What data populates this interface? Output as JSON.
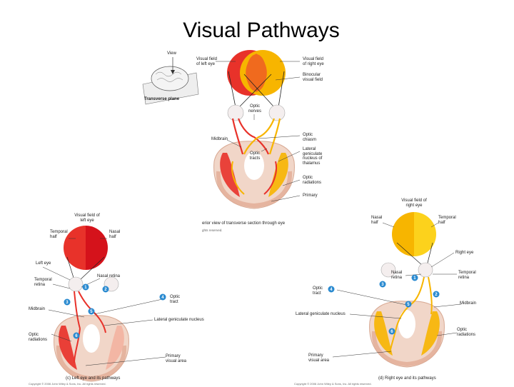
{
  "title": "Visual Pathways",
  "top": {
    "view": "View",
    "transverse_plane": "Transverse plane",
    "vf_left_1": "Visual field",
    "vf_left_2": "of left eye",
    "vf_right_1": "Visual field",
    "vf_right_2": "of right eye",
    "binocular_1": "Binocular",
    "binocular_2": "visual field",
    "optic_nerves_1": "Optic",
    "optic_nerves_2": "nerves",
    "midbrain": "Midbrain",
    "optic_chiasm_1": "Optic",
    "optic_chiasm_2": "chiasm",
    "optic_tracts_1": "Optic",
    "optic_tracts_2": "tracts",
    "lgn_1": "Lateral",
    "lgn_2": "geniculate",
    "lgn_3": "nucleus of",
    "lgn_4": "thalamus",
    "optic_radiations_1": "Optic",
    "optic_radiations_2": "radiations",
    "primary": "Primary",
    "caption": "erior view of transverse section through eye",
    "copyright": "ghts reserved."
  },
  "left": {
    "vf_1": "Visual field of",
    "vf_2": "left eye",
    "temporal_half_1": "Temporal",
    "temporal_half_2": "half",
    "nasal_half_1": "Nasal",
    "nasal_half_2": "half",
    "left_eye": "Left eye",
    "temporal_retina_1": "Temporal",
    "temporal_retina_2": "retina",
    "nasal_retina": "Nasal retina",
    "midbrain": "Midbrain",
    "optic_radiations_1": "Optic",
    "optic_radiations_2": "radiations",
    "optic_tract_1": "Optic",
    "optic_tract_2": "tract",
    "lgn": "Lateral geniculate nucleus",
    "primary_1": "Primary",
    "primary_2": "visual area",
    "caption": "(c) Left eye and its pathways",
    "copyright": "Copyright © 2006 John Wiley & Sons, Inc. All rights reserved."
  },
  "right": {
    "vf_1": "Visual field of",
    "vf_2": "right eye",
    "nasal_half_1": "Nasal",
    "nasal_half_2": "half",
    "temporal_half_1": "Temporal",
    "temporal_half_2": "half",
    "right_eye": "Right eye",
    "nasal_retina_1": "Nasal",
    "nasal_retina_2": "retina",
    "temporal_retina_1": "Temporal",
    "temporal_retina_2": "retina",
    "optic_tract_1": "Optic",
    "optic_tract_2": "tract",
    "lgn": "Lateral geniculate nucleus",
    "midbrain": "Midbrain",
    "optic_radiations_1": "Optic",
    "optic_radiations_2": "radiations",
    "primary_1": "Primary",
    "primary_2": "visual area",
    "caption": "(d) Right eye and its pathways",
    "copyright": "Copyright © 2006 John Wiley & Sons, Inc. All rights reserved."
  },
  "numbers": [
    "1",
    "2",
    "3",
    "4",
    "5",
    "6"
  ],
  "colors": {
    "left_field": "#e8322a",
    "right_field": "#f7b500",
    "overlap": "#f06a1e",
    "brain": "#f1d6c8",
    "cortex": "#e9b9a3"
  }
}
